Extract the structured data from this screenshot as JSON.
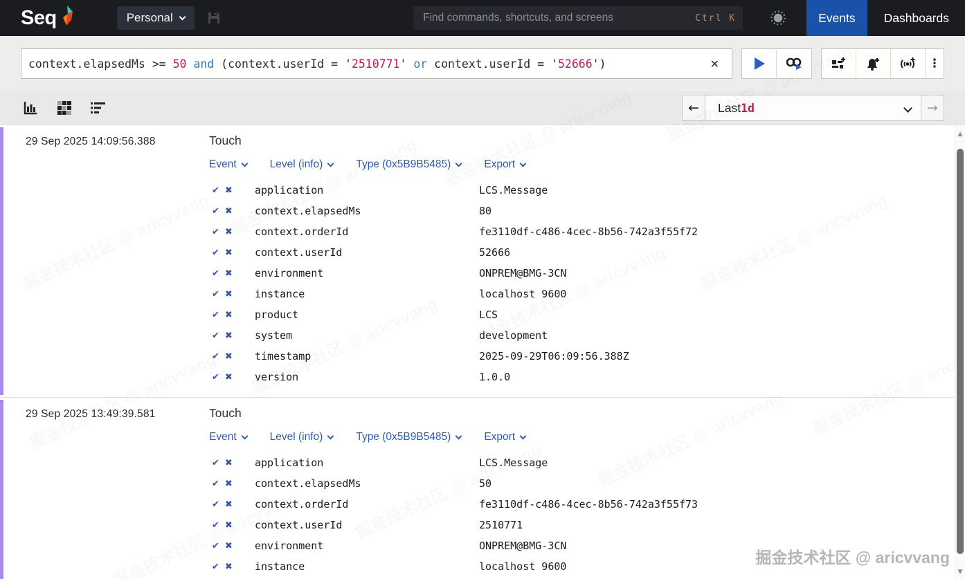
{
  "topbar": {
    "logo": "Seq",
    "workspace_label": "Personal",
    "search_placeholder": "Find commands, shortcuts, and screens",
    "search_shortcut": "Ctrl K",
    "tabs": [
      {
        "label": "Events",
        "active": true
      },
      {
        "label": "Dashboards",
        "active": false
      }
    ]
  },
  "query": {
    "tokens": [
      {
        "text": "context.elapsedMs >= ",
        "type": "default"
      },
      {
        "text": "50",
        "type": "number"
      },
      {
        "text": " ",
        "type": "default"
      },
      {
        "text": "and",
        "type": "keyword"
      },
      {
        "text": " (context.userId = '",
        "type": "default"
      },
      {
        "text": "2510771",
        "type": "string"
      },
      {
        "text": "' ",
        "type": "default"
      },
      {
        "text": "or",
        "type": "keyword"
      },
      {
        "text": " context.userId = '",
        "type": "default"
      },
      {
        "text": "52666",
        "type": "string"
      },
      {
        "text": "')",
        "type": "default"
      }
    ]
  },
  "timerange": {
    "prefix": "Last ",
    "value": "1d"
  },
  "events": [
    {
      "timestamp": "29 Sep 2025 14:09:56.388",
      "message": "Touch",
      "links": [
        "Event",
        "Level (info)",
        "Type (0x5B9B5485)",
        "Export"
      ],
      "properties": [
        {
          "name": "application",
          "value": "LCS.Message"
        },
        {
          "name": "context.elapsedMs",
          "value": "80"
        },
        {
          "name": "context.orderId",
          "value": "fe3110df-c486-4cec-8b56-742a3f55f72"
        },
        {
          "name": "context.userId",
          "value": "52666"
        },
        {
          "name": "environment",
          "value": "ONPREM@BMG-3CN"
        },
        {
          "name": "instance",
          "value": "localhost 9600"
        },
        {
          "name": "product",
          "value": "LCS"
        },
        {
          "name": "system",
          "value": "development"
        },
        {
          "name": "timestamp",
          "value": "2025-09-29T06:09:56.388Z"
        },
        {
          "name": "version",
          "value": "1.0.0"
        }
      ]
    },
    {
      "timestamp": "29 Sep 2025 13:49:39.581",
      "message": "Touch",
      "links": [
        "Event",
        "Level (info)",
        "Type (0x5B9B5485)",
        "Export"
      ],
      "properties": [
        {
          "name": "application",
          "value": "LCS.Message"
        },
        {
          "name": "context.elapsedMs",
          "value": "50"
        },
        {
          "name": "context.orderId",
          "value": "fe3110df-c486-4cec-8b56-742a3f55f73"
        },
        {
          "name": "context.userId",
          "value": "2510771"
        },
        {
          "name": "environment",
          "value": "ONPREM@BMG-3CN"
        },
        {
          "name": "instance",
          "value": "localhost 9600"
        }
      ]
    }
  ],
  "icons": {
    "check": "✔",
    "cross": "✖",
    "clear": "✕",
    "back_arrow": "←",
    "forward_arrow": "→",
    "scroll_up": "▲",
    "scroll_down": "▼",
    "overflow": "⋮"
  },
  "watermark": {
    "text": "掘金技术社区 @ aricvvang"
  },
  "colors": {
    "topbar_bg": "#1b1c20",
    "active_tab_blue": "#1952a8",
    "link_blue": "#2a5db8",
    "filter_icon_blue": "#3558a8",
    "number_string_crimson": "#c2185b",
    "keyword_blue": "#2e79b5",
    "level_bar_purple": "#a98ae8",
    "shortcut_tan": "#bd8a62"
  }
}
